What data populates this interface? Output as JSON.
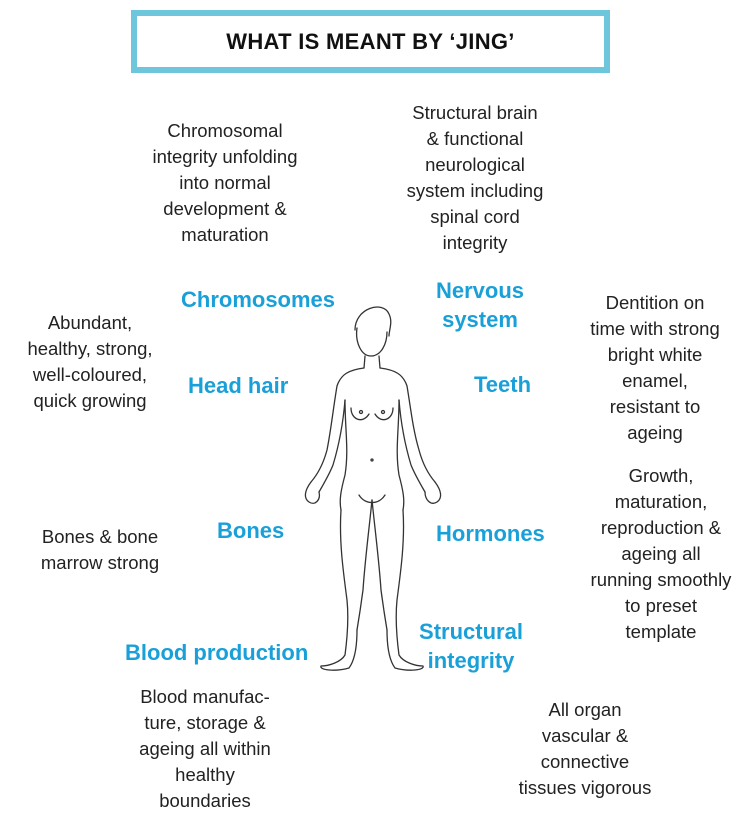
{
  "title": "WHAT IS MEANT BY ‘JING’",
  "labels": {
    "chromosomes": "Chromosomes",
    "nervous_system": "Nervous\nsystem",
    "head_hair": "Head hair",
    "teeth": "Teeth",
    "bones": "Bones",
    "hormones": "Hormones",
    "structural_integrity": "Structural\nintegrity",
    "blood_production": "Blood production"
  },
  "descriptions": {
    "chromosomes": "Chromosomal\nintegrity unfolding\ninto normal\ndevelopment &\nmaturation",
    "nervous_system": "Structural brain\n& functional\nneurological\nsystem including\nspinal cord\nintegrity",
    "head_hair": "Abundant,\nhealthy, strong,\nwell-coloured,\nquick growing",
    "teeth": "Dentition on\ntime with strong\nbright white\nenamel,\nresistant to\nageing",
    "bones": "Bones & bone\nmarrow strong",
    "hormones": "Growth,\nmaturation,\nreproduction &\nageing all\nrunning smoothly\nto preset\ntemplate",
    "blood_production": "Blood manufac-\nture, storage &\nageing all within\nhealthy\nboundaries",
    "structural_integrity": "All organ\nvascular &\nconnective\ntissues vigorous"
  },
  "colors": {
    "accent": "#1aa0d8",
    "frame": "#6ec6dc",
    "text": "#222222"
  }
}
